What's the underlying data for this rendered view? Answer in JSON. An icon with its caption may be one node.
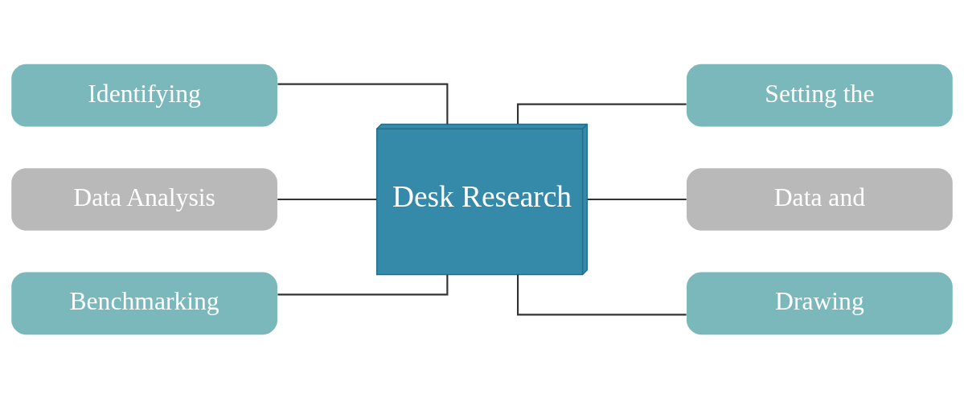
{
  "diagram": {
    "nodes": [
      {
        "text": [
          "Desk Research"
        ]
      },
      {
        "text": [
          "Identifying"
        ]
      },
      {
        "text": [
          "Data Analysis"
        ]
      },
      {
        "text": [
          "Benchmarking"
        ]
      },
      {
        "text": [
          "Setting the"
        ]
      },
      {
        "text": [
          "Data and"
        ]
      },
      {
        "text": [
          "Drawing"
        ]
      }
    ],
    "edges": [
      {
        "from": 0,
        "to": 1,
        "arrow": "none"
      },
      {
        "from": 0,
        "to": 2,
        "arrow": "none"
      },
      {
        "from": 0,
        "to": 3,
        "arrow": "none"
      },
      {
        "from": 0,
        "to": 4,
        "arrow": "none"
      },
      {
        "from": 0,
        "to": 5,
        "arrow": "none"
      },
      {
        "from": 0,
        "to": 6,
        "arrow": "none"
      }
    ]
  }
}
